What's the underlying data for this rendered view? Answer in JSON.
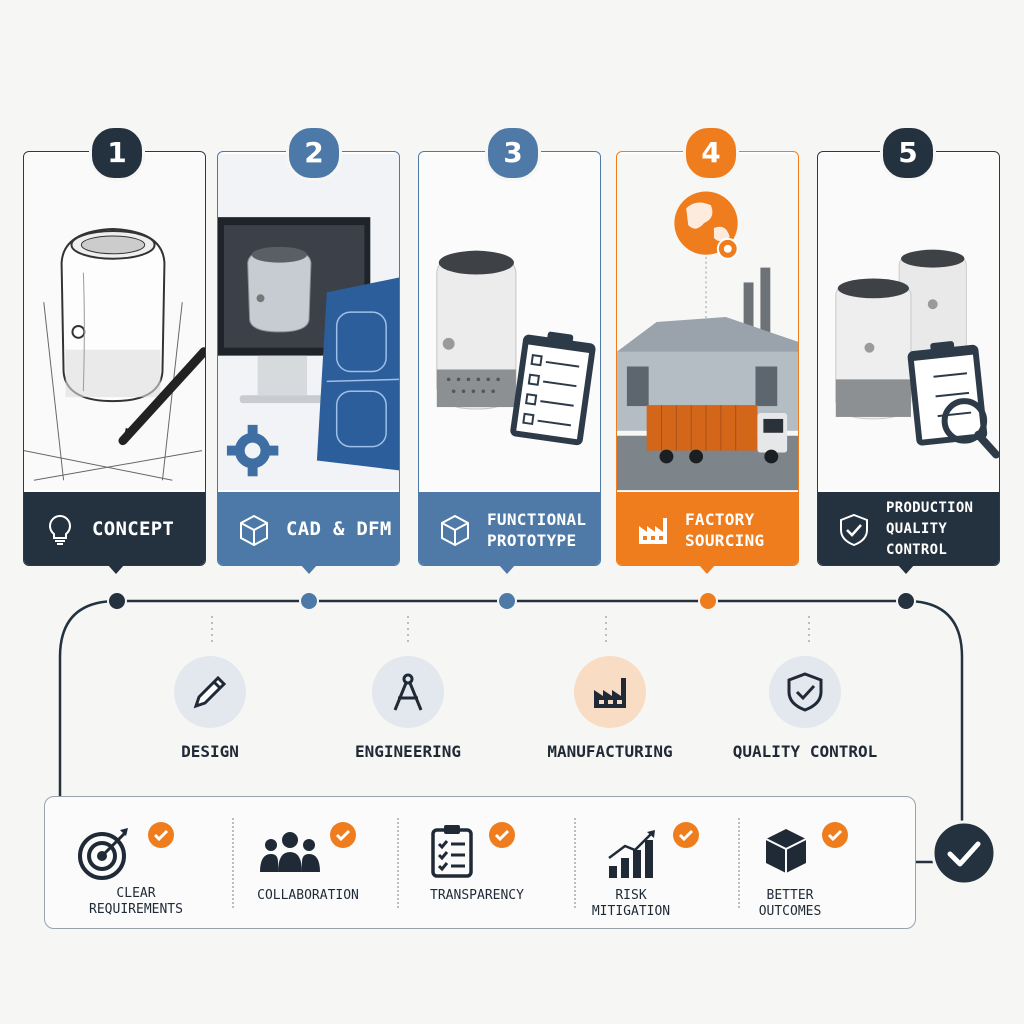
{
  "colors": {
    "navy": "#24313f",
    "blue": "#4c79a7",
    "orange": "#ef7d1d",
    "light": "#f6f6f4"
  },
  "steps": [
    {
      "num": "1",
      "title": "CONCEPT",
      "icon": "lightbulb-icon",
      "color": "#24313f"
    },
    {
      "num": "2",
      "title": "CAD & DFM",
      "icon": "cube-icon",
      "color": "#4c79a7"
    },
    {
      "num": "3",
      "title_line1": "FUNCTIONAL",
      "title_line2": "PROTOTYPE",
      "icon": "cube-icon",
      "color": "#4f7aa8"
    },
    {
      "num": "4",
      "title_line1": "FACTORY",
      "title_line2": "SOURCING",
      "icon": "factory-icon",
      "color": "#ef7d1d"
    },
    {
      "num": "5",
      "title_line1": "PRODUCTION",
      "title_line2": "QUALITY CONTROL",
      "icon": "shield-check-icon",
      "color": "#24313f"
    }
  ],
  "phases": [
    {
      "label": "DESIGN",
      "icon": "pencil-icon"
    },
    {
      "label": "ENGINEERING",
      "icon": "compass-icon"
    },
    {
      "label": "MANUFACTURING",
      "icon": "factory-icon"
    },
    {
      "label": "QUALITY CONTROL",
      "icon": "shield-check-icon"
    }
  ],
  "benefits": [
    {
      "line1": "CLEAR",
      "line2": "REQUIREMENTS",
      "icon": "target-icon"
    },
    {
      "line1": "COLLABORATION",
      "line2": "",
      "icon": "people-icon"
    },
    {
      "line1": "TRANSPARENCY",
      "line2": "",
      "icon": "clipboard-icon"
    },
    {
      "line1": "RISK",
      "line2": "MITIGATION",
      "icon": "bar-growth-icon"
    },
    {
      "line1": "BETTER",
      "line2": "OUTCOMES",
      "icon": "box-icon"
    }
  ]
}
